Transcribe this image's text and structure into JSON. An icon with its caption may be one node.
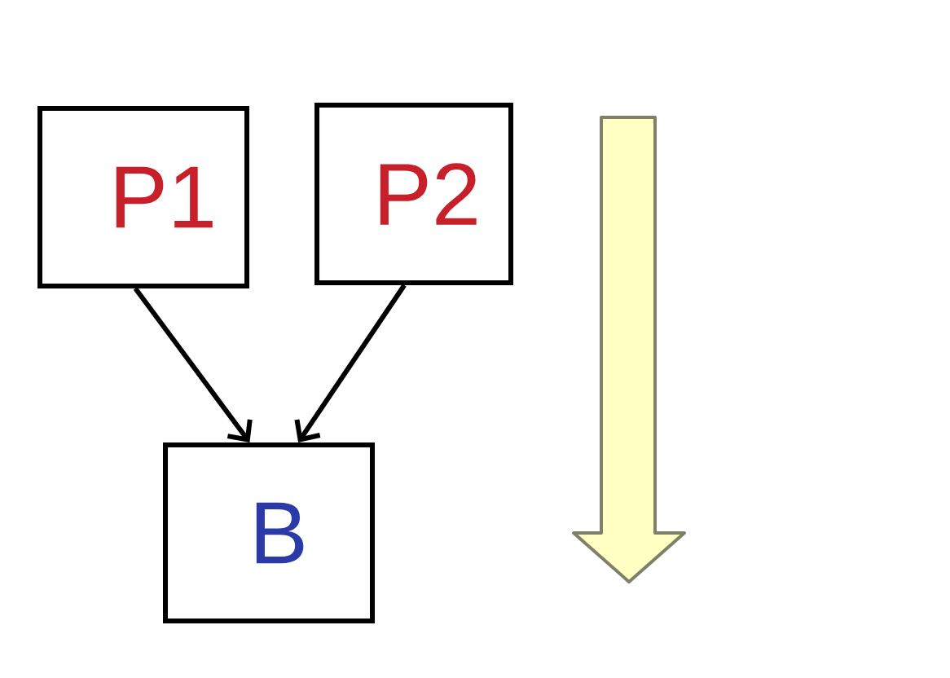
{
  "diagram": {
    "nodes": [
      {
        "text": [
          "P1"
        ]
      },
      {
        "text": [
          "P2"
        ]
      },
      {
        "text": [
          "B"
        ]
      }
    ],
    "edges": [
      {
        "from": 0,
        "to": 2,
        "arrow": "to"
      },
      {
        "from": 1,
        "to": 2,
        "arrow": "to"
      }
    ]
  }
}
